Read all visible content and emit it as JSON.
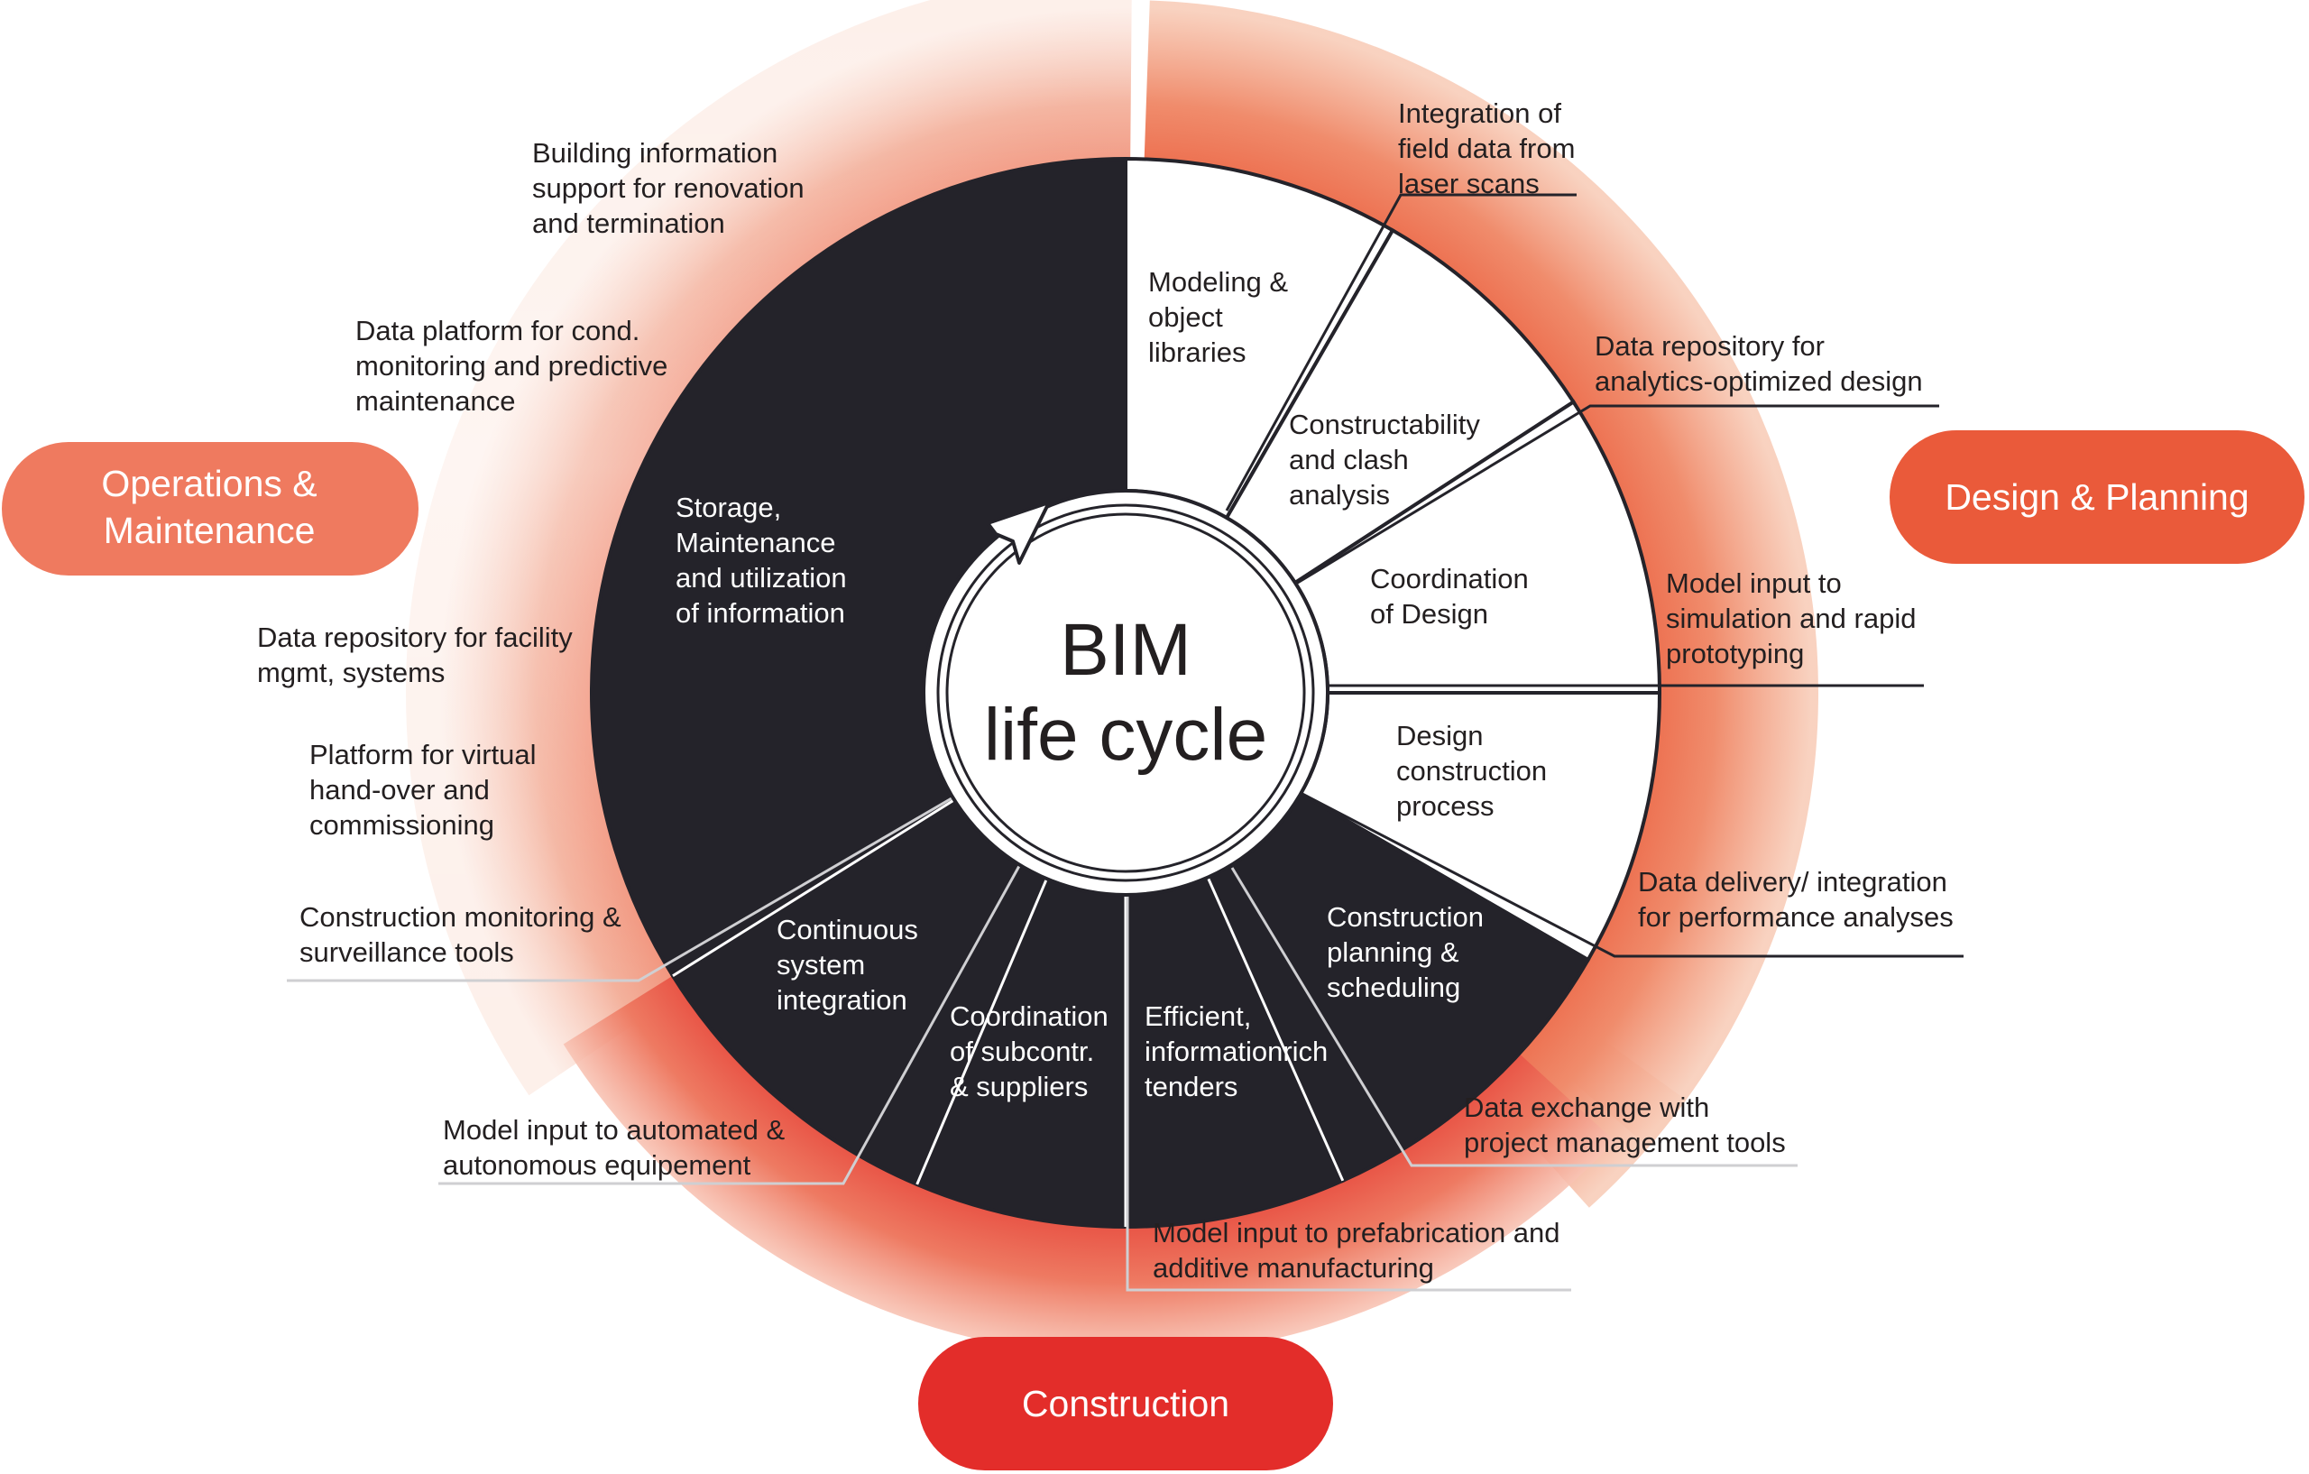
{
  "title": {
    "line1": "BIM",
    "line2": "life cycle"
  },
  "phases": {
    "operations": {
      "line1": "Operations &",
      "line2": "Maintenance",
      "color": "#ef7a5f"
    },
    "design": {
      "label": "Design & Planning",
      "color": "#ea5a3a"
    },
    "construction": {
      "label": "Construction",
      "color": "#e32d2a"
    }
  },
  "colors": {
    "dark_segment": "#24232a",
    "light_segment": "#ffffff",
    "text": "#231f20"
  },
  "segments": {
    "modeling": [
      "Modeling &",
      "object",
      "libraries"
    ],
    "constructability": [
      "Constructability",
      "and clash",
      "analysis"
    ],
    "coordination_design": [
      "Coordination",
      "of Design"
    ],
    "design_construction": [
      "Design",
      "construction",
      "process"
    ],
    "construction_planning": [
      "Construction",
      "planning &",
      "scheduling"
    ],
    "tenders": [
      "Efficient,",
      "informationrich",
      "tenders"
    ],
    "subcontractors": [
      "Coordination",
      "of subcontr.",
      "& suppliers"
    ],
    "continuous": [
      "Continuous",
      "system",
      "integration"
    ],
    "storage": [
      "Storage,",
      "Maintenance",
      "and utilization",
      "of information"
    ]
  },
  "outer_labels": {
    "laser_scans": [
      "Integration of",
      "field data from",
      "laser scans"
    ],
    "analytics_design": [
      "Data repository for",
      "analytics-optimized design"
    ],
    "simulation": [
      "Model input to",
      "simulation and rapid",
      "prototyping"
    ],
    "performance": [
      "Data delivery/ integration",
      "for performance analyses"
    ],
    "project_mgmt": [
      "Data exchange with",
      "project management tools"
    ],
    "prefabrication": [
      "Model input to prefabrication and",
      "additive manufacturing"
    ],
    "autonomous": [
      "Model input to automated &",
      "autonomous equipement"
    ],
    "surveillance": [
      "Construction monitoring &",
      "surveillance tools"
    ],
    "handover": [
      "Platform for virtual",
      "hand-over and",
      "commissioning"
    ],
    "facility": [
      "Data repository for facility",
      "mgmt, systems"
    ],
    "predictive": [
      "Data platform for cond.",
      "monitoring and predictive",
      "maintenance"
    ],
    "renovation": [
      "Building information",
      "support for renovation",
      "and termination"
    ]
  }
}
